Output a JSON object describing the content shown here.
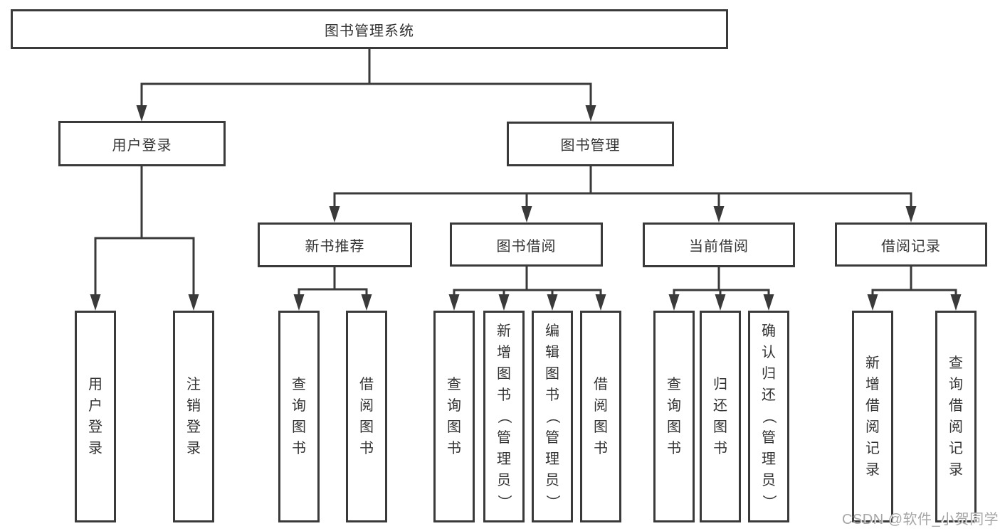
{
  "colors": {
    "line": "#3a3a3a",
    "text": "#333333",
    "box_background": "#ffffff",
    "watermark": "#a6a6a6"
  },
  "watermark": {
    "text": "CSDN @软件_小贺同学"
  },
  "tree": {
    "root": {
      "label": "图书管理系统"
    },
    "user_login": {
      "label": "用户登录",
      "children": [
        {
          "label": "用户登录"
        },
        {
          "label": "注销登录"
        }
      ]
    },
    "book_mgmt": {
      "label": "图书管理",
      "groups": [
        {
          "label": "新书推荐",
          "children": [
            {
              "label": "查询图书"
            },
            {
              "label": "借阅图书"
            }
          ]
        },
        {
          "label": "图书借阅",
          "children": [
            {
              "label": "查询图书"
            },
            {
              "label": "新增图书（管理员）"
            },
            {
              "label": "编辑图书（管理员）"
            },
            {
              "label": "借阅图书"
            }
          ]
        },
        {
          "label": "当前借阅",
          "children": [
            {
              "label": "查询图书"
            },
            {
              "label": "归还图书"
            },
            {
              "label": "确认归还（管理员）"
            }
          ]
        },
        {
          "label": "借阅记录",
          "children": [
            {
              "label": "新增借阅记录"
            },
            {
              "label": "查询借阅记录"
            }
          ]
        }
      ]
    }
  }
}
